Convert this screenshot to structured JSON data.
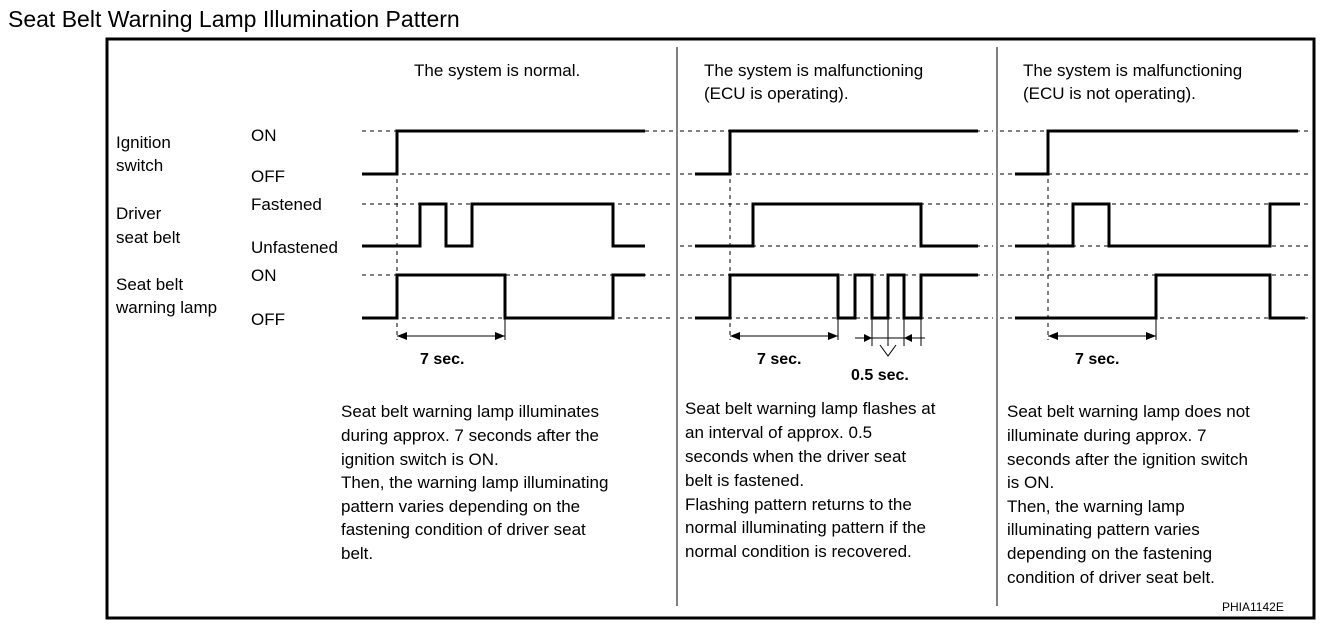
{
  "title": "Seat Belt Warning Lamp Illumination Pattern",
  "row_labels": {
    "ignition": [
      "Ignition",
      "switch"
    ],
    "belt": [
      "Driver",
      "seat belt"
    ],
    "lamp": [
      "Seat belt",
      "warning lamp"
    ]
  },
  "state_labels": {
    "ignition_on": "ON",
    "ignition_off": "OFF",
    "belt_fastened": "Fastened",
    "belt_unfastened": "Unfastened",
    "lamp_on": "ON",
    "lamp_off": "OFF"
  },
  "columns": [
    {
      "heading": [
        "The system is normal."
      ],
      "interval_label": "7 sec.",
      "description": [
        "Seat belt warning lamp illuminates",
        "during approx. 7 seconds after the",
        "ignition switch is ON.",
        "Then, the warning lamp illuminating",
        "pattern varies depending on the",
        "fastening condition of driver seat",
        "belt."
      ]
    },
    {
      "heading": [
        "The system is malfunctioning",
        "(ECU is operating)."
      ],
      "interval_label": "7 sec.",
      "flash_label": "0.5 sec.",
      "description": [
        "Seat belt warning lamp flashes at",
        "an interval of approx. 0.5",
        "seconds when the driver seat",
        "belt is fastened.",
        "Flashing pattern returns to the",
        "normal illuminating pattern if the",
        "normal condition is recovered."
      ]
    },
    {
      "heading": [
        "The system is malfunctioning",
        "(ECU is not operating)."
      ],
      "interval_label": "7 sec.",
      "description": [
        "Seat belt warning lamp does not",
        "illuminate during approx. 7",
        "seconds after the ignition switch",
        "is ON.",
        "Then, the warning lamp",
        "illuminating pattern varies",
        "depending on the fastening",
        "condition of driver seat belt."
      ]
    }
  ],
  "figure_code": "PHIA1142E"
}
